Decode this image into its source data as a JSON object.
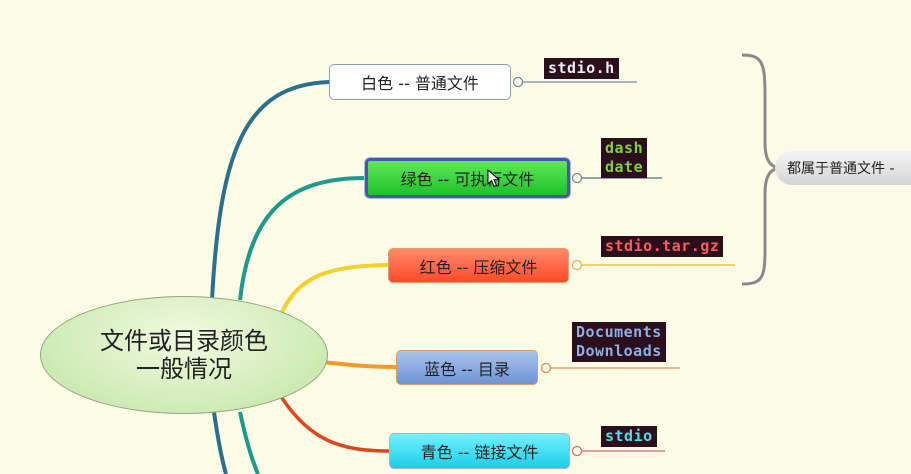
{
  "central": {
    "line1": "文件或目录颜色",
    "line2": "一般情况"
  },
  "branches": [
    {
      "label": "白色 -- 普通文件",
      "examples": [
        "stdio.h"
      ]
    },
    {
      "label": "绿色 -- 可执行文件",
      "examples": [
        "dash",
        "date"
      ]
    },
    {
      "label": "红色 -- 压缩文件",
      "examples": [
        "stdio.tar.gz"
      ]
    },
    {
      "label": "蓝色 -- 目录",
      "examples": [
        "Documents",
        "Downloads"
      ]
    },
    {
      "label": "青色 -- 链接文件",
      "examples": [
        "stdio"
      ]
    }
  ],
  "summary": {
    "label": "都属于普通文件 -"
  },
  "colors": {
    "background": "#fbfbe6",
    "white_node": "#ffffff",
    "green_node": "#2fd12f",
    "red_node": "#ff5a36",
    "blue_node": "#7f9fdc",
    "cyan_node": "#2fd8ee",
    "terminal_bg": "#2c0f1d"
  }
}
